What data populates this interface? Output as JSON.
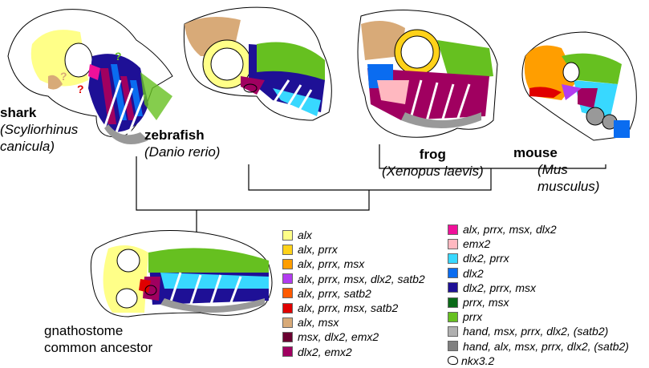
{
  "species": [
    {
      "common": "shark",
      "latin": [
        "(Scyliorhinus",
        "canicula)"
      ]
    },
    {
      "common": "zebrafish",
      "latin": [
        "(Danio rerio)"
      ]
    },
    {
      "common": "frog",
      "latin": [
        "(Xenopus laevis)"
      ]
    },
    {
      "common": "mouse",
      "latin": [
        "(Mus",
        "musculus)"
      ]
    }
  ],
  "ancestor": [
    "gnathostome",
    "common ancestor"
  ],
  "shark_marks": [
    "?",
    "?",
    "?"
  ],
  "legend_left": [
    {
      "label": "alx",
      "color": "#ffff88"
    },
    {
      "label": "alx, prrx",
      "color": "#ffd21a"
    },
    {
      "label": "alx, prrx, msx",
      "color": "#ff9e00"
    },
    {
      "label": "alx, prrx, msx, dlx2, satb2",
      "color": "#b23cf0"
    },
    {
      "label": "alx, prrx, satb2",
      "color": "#ff5a00"
    },
    {
      "label": "alx, prrx, msx, satb2",
      "color": "#e00000"
    },
    {
      "label": "alx, msx",
      "color": "#d8aa78"
    },
    {
      "label": "msx, dlx2, emx2",
      "color": "#6a0030"
    },
    {
      "label": "dlx2, emx2",
      "color": "#a00060"
    }
  ],
  "legend_right": [
    {
      "label": "alx, prrx, msx, dlx2",
      "color": "#f0109a"
    },
    {
      "label": "emx2",
      "color": "#ffb8c0"
    },
    {
      "label": "dlx2, prrx",
      "color": "#38d8ff"
    },
    {
      "label": "dlx2",
      "color": "#0a6cf0"
    },
    {
      "label": "dlx2, prrx, msx",
      "color": "#1e1096"
    },
    {
      "label": "prrx, msx",
      "color": "#0a6a18"
    },
    {
      "label": "prrx",
      "color": "#66c020"
    },
    {
      "label": "hand, msx, prrx, dlx2, (satb2)",
      "color": "#b0b0b0"
    },
    {
      "label": "hand, alx, msx, prrx, dlx2, (satb2)",
      "color": "#808080"
    }
  ],
  "nkx_label": "nkx3.2"
}
